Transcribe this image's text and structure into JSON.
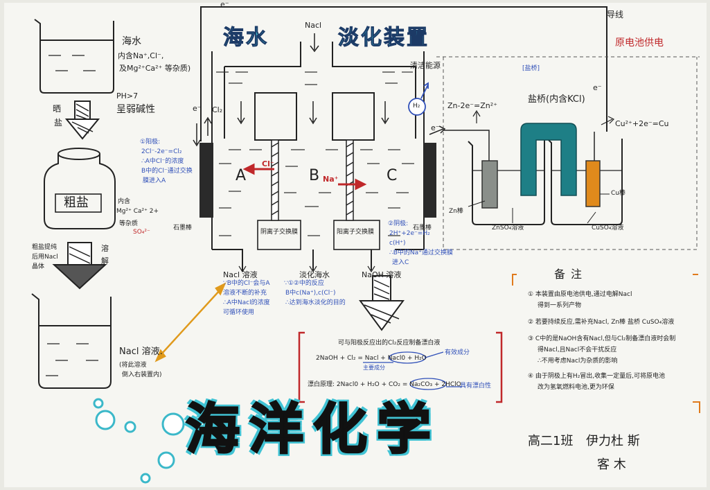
{
  "colors": {
    "paper": "#f6f6f2",
    "ink": "#222222",
    "teal": "#3bb8c9",
    "red": "#c0282a",
    "orange": "#e09a1c",
    "blue": "#2f4fb8",
    "salt_bridge": "#1e7f86",
    "zinc": "#8a8f8a",
    "copper": "#e08a1c"
  },
  "left": {
    "seawater": "海水",
    "seawater_ions": "内含Na⁺,Cl⁻,",
    "seawater_ions2": "及Mg²⁺Ca²⁺ 等杂质)",
    "ph_note": "PH>7",
    "weak_base": "呈弱碱性",
    "sun_dry_1": "晒",
    "sun_dry_2": "盐",
    "crude_salt": "粗盐",
    "impurities_1": "内含",
    "impurities_2": "Mg²⁺ Ca²⁺ 2+",
    "impurities_3": "等杂质",
    "impurities_4": "SO₄²⁻",
    "purify_1": "粗盐提纯",
    "purify_2": "后用Nacl",
    "purify_3": "晶体",
    "dissolve_1": "溶",
    "dissolve_2": "解",
    "nacl_solution": "Nacl 溶液.",
    "nacl_solution_note_1": "(将此溶液",
    "nacl_solution_note_2": "倒入右装置内)"
  },
  "anode_note": {
    "line1": "①阳极:",
    "line2": "2Cl⁻-2e⁻=Cl₂",
    "line3": "∴A中Cl⁻的浓度",
    "line4": "B中的Cl⁻通过交换",
    "line5": "膜进入A"
  },
  "device": {
    "title_left": "海水",
    "title_right": "淡化装置",
    "nacl_in": "Nacl",
    "wire_e_top": "e⁻",
    "wire_label": "导线",
    "battery_label": "原电池供电",
    "cl2": "Cl₂",
    "e_left": "e⁻",
    "clean_energy": "清洁能源",
    "h2": "H₂",
    "e_right": "e⁻",
    "chamber_a": "A",
    "chamber_b": "B",
    "chamber_c": "C",
    "cl_ion": "Cl⁻",
    "na_ion": "Na⁺",
    "left_electrode": "石墨棒",
    "right_electrode": "石墨棒",
    "anion_membrane": "阴离子交换膜",
    "cation_membrane": "阳离子交换膜",
    "out_a": "Nacl 溶液",
    "out_a_note_1": "∵B中的Cl⁻会与A",
    "out_a_note_2": "溶液不断的补充",
    "out_a_note_3": "∴A中Nacl的浓度",
    "out_a_note_4": "可循环使用",
    "out_b": "淡化海水",
    "out_b_note_1": "∵①②中的反应",
    "out_b_note_2": "B中c(Na⁺),c(Cl⁻)",
    "out_b_note_3": "∴达到海水淡化的目的",
    "out_c": "NaOH 溶液",
    "cathode_note_1": "②阴极:",
    "cathode_note_2": "2H⁺+2e⁻=H₂",
    "cathode_note_3": "c(H⁺)",
    "cathode_note_4": "∴B中的Na⁺通过交换膜",
    "cathode_note_5": "进入C"
  },
  "battery": {
    "tag": "[盐桥]",
    "zn_reaction": "Zn-2e⁻=Zn²⁺",
    "salt_bridge": "盐桥(内含KCl)",
    "e_label": "e⁻",
    "cu_reaction": "Cu²⁺+2e⁻=Cu",
    "zn_rod": "Zn棒",
    "cu_rod": "Cu棒",
    "znso4": "ZnSO₄溶液",
    "cuso4": "CuSO₄溶液"
  },
  "reaction_box": {
    "header": "可与阳极反应出的Cl₂反应制备漂白液",
    "eq1": "2NaOH + Cl₂ = Nacl + Nacl0 + H₂O",
    "eq1_mark": "有效成分",
    "eq1_sub": "主要成分",
    "eq2": "漂白原理: 2Nacl0 + H₂O + CO₂ = Na₂CO₃ + 2HClO",
    "eq2_mark": "具有漂白性"
  },
  "notes": {
    "title": "备注",
    "n1a": "① 本装置由原电池供电,通过电解Nacl",
    "n1b": "得到一系列产物",
    "n2": "② 若要持续反应,需补充Nacl, Zn棒 盐桥 CuSO₄溶液",
    "n3a": "③ C中的是NaOH含有Nacl,但与Cl₂制备漂白液时会制",
    "n3b": "得Nacl,且Nacl不会干扰反应",
    "n3c": "∴不用考虑Nacl为杂质的影响",
    "n4a": "④ 由于阴极上有H₂冒出,收集一定量后,可将原电池",
    "n4b": "改为氢氧燃料电池,更为环保"
  },
  "banner": "海洋化学",
  "signature": {
    "class": "高二1班",
    "name_1": "伊力杜 斯",
    "name_2": "客 木"
  }
}
